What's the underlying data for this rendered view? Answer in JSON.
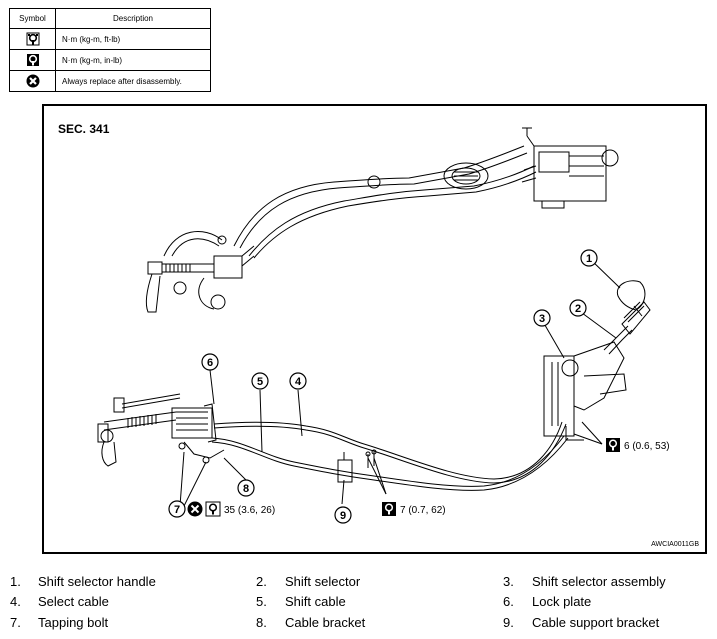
{
  "legend": {
    "header_symbol": "Symbol",
    "header_description": "Description",
    "rows": [
      {
        "icon": "torque-wrench-icon",
        "text": "N·m (kg-m, ft-lb)"
      },
      {
        "icon": "torque-wrench-inlb-icon",
        "text": "N·m (kg-m, in-lb)"
      },
      {
        "icon": "always-replace-icon",
        "text": "Always replace after disassembly."
      }
    ]
  },
  "diagram": {
    "section": "SEC. 341",
    "code": "AWCIA0011GB",
    "callouts": [
      "1",
      "2",
      "3",
      "4",
      "5",
      "6",
      "7",
      "8",
      "9"
    ],
    "torque": {
      "t1": "6 (0.6, 53)",
      "t2": "7 (0.7, 62)",
      "t3": "35 (3.6, 26)"
    }
  },
  "parts": [
    {
      "num": "1.",
      "name": "Shift selector handle"
    },
    {
      "num": "2.",
      "name": "Shift selector"
    },
    {
      "num": "3.",
      "name": "Shift selector assembly"
    },
    {
      "num": "4.",
      "name": "Select cable"
    },
    {
      "num": "5.",
      "name": "Shift cable"
    },
    {
      "num": "6.",
      "name": "Lock plate"
    },
    {
      "num": "7.",
      "name": "Tapping bolt"
    },
    {
      "num": "8.",
      "name": "Cable bracket"
    },
    {
      "num": "9.",
      "name": "Cable support bracket"
    }
  ]
}
